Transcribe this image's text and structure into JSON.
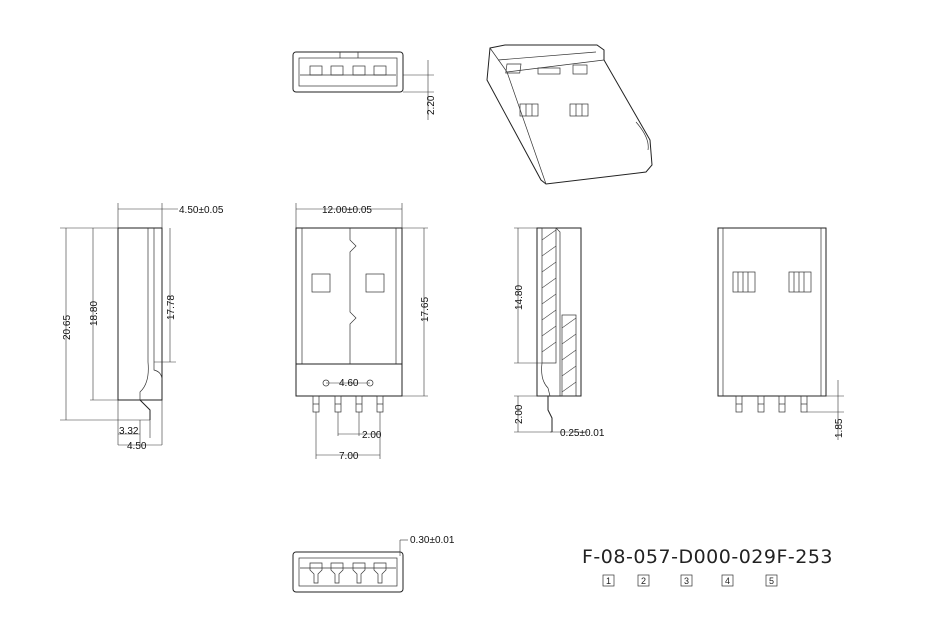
{
  "part_number": "F-08-057-D000-029F-253",
  "part_number_segments": [
    "1",
    "2",
    "3",
    "4",
    "5"
  ],
  "dimensions": {
    "top_height": "2.20",
    "side_thickness": "4.50±0.05",
    "overall_length": "20.65",
    "body_length": "18.80",
    "shell_length": "17.78",
    "bottom_offset": "3.32",
    "bottom_width": "4.50",
    "front_width": "12.00±0.05",
    "front_length": "17.65",
    "peg_pitch": "4.60",
    "pin_pitch": "2.00",
    "pin_span": "7.00",
    "section_length": "14.80",
    "pin_drop": "2.00",
    "pin_thickness": "0.25±0.01",
    "rear_pin_height": "1.85",
    "bottom_view_thickness": "0.30±0.01"
  }
}
